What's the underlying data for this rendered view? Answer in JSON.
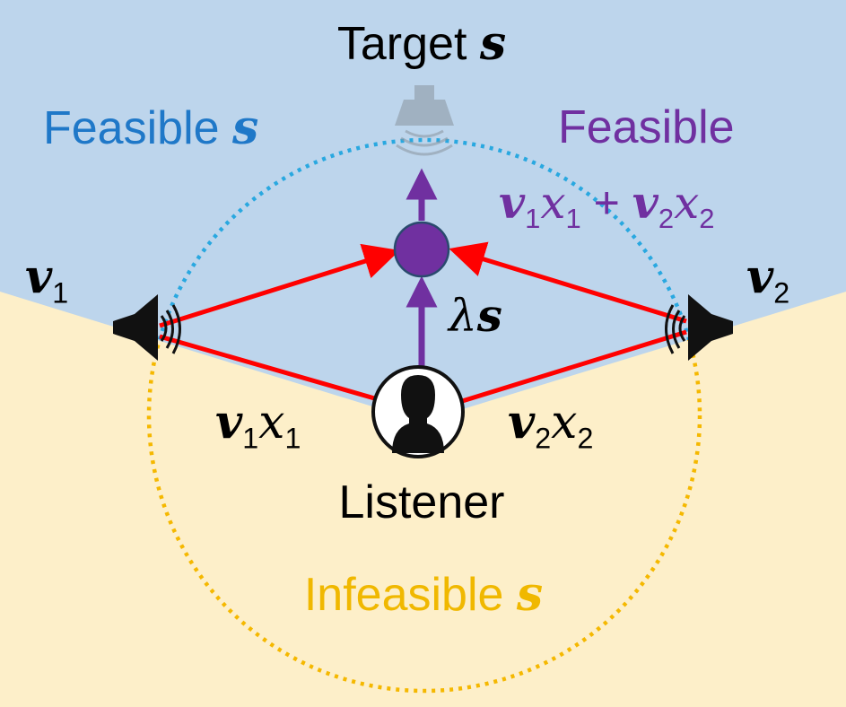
{
  "labels": {
    "target": "Target",
    "feasible_s": "Feasible",
    "feasible_combo": "Feasible",
    "listener": "Listener",
    "infeasible_s": "Infeasible"
  },
  "math": {
    "s": "s",
    "v": "v",
    "x": "x",
    "lambda": "λ",
    "plus": "+",
    "sub1": "1",
    "sub2": "2"
  },
  "colors": {
    "feasible_region": "#bdd5ec",
    "infeasible_region": "#fdefc9",
    "feasible_s_text": "#1f78c8",
    "combo_text": "#7030a0",
    "infeasible_text": "#f0b800",
    "red_arrow": "#ff0000",
    "purple": "#7030a0",
    "blue_dots": "#29a8e0",
    "orange_dots": "#f5b800"
  },
  "icons": [
    "target-speaker-icon",
    "left-speaker-icon",
    "right-speaker-icon",
    "listener-icon"
  ]
}
